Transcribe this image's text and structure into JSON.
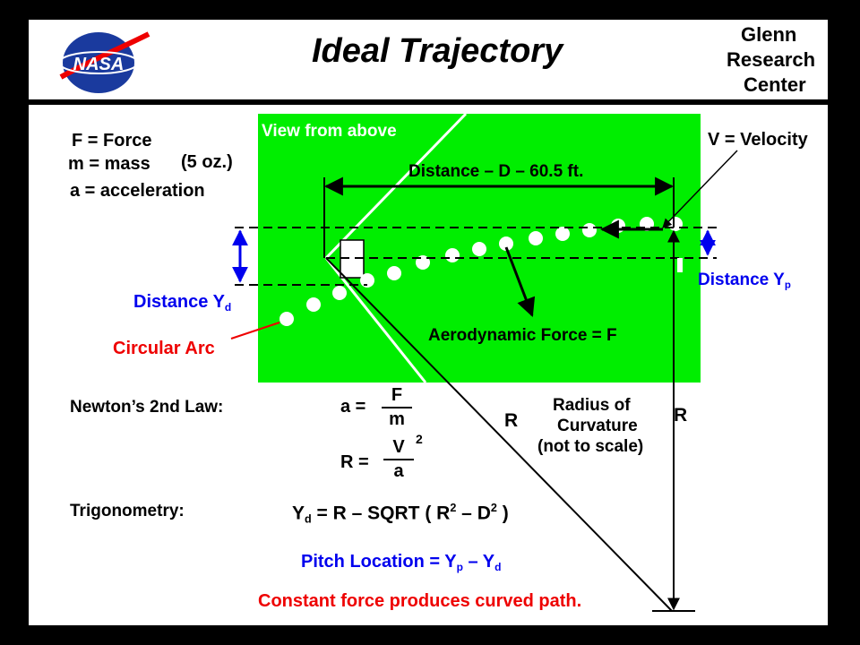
{
  "title": "Ideal  Trajectory",
  "org": {
    "line1": "Glenn",
    "line2": "Research",
    "line3": "Center",
    "logo_text": "NASA"
  },
  "view_label": "View from above",
  "definitions": {
    "force": "F  =  Force",
    "mass": "m  =  mass",
    "mass_value": "(5 oz.)",
    "accel": "a  =  acceleration"
  },
  "distance_label": "Distance  –  D  –  60.5 ft.",
  "velocity_label": "V = Velocity",
  "distance_yp": {
    "text": "Distance  Y",
    "sub": "p"
  },
  "distance_yd": {
    "text": "Distance  Y",
    "sub": "d"
  },
  "circular_arc": "Circular  Arc",
  "aero_force": "Aerodynamic Force = F",
  "newton_label": "Newton’s 2nd Law:",
  "eq_a": {
    "lhs": "a  =",
    "num": "F",
    "den": "m"
  },
  "eq_r": {
    "lhs": "R  =",
    "num": "V",
    "exp": "2",
    "den": "a"
  },
  "radius_label": {
    "line1": "Radius of",
    "line2": "Curvature",
    "line3": "(not to scale)"
  },
  "r_label": "R",
  "trig_label": "Trigonometry:",
  "trig_eq": {
    "y": "Y",
    "ysub": "d",
    "mid": " =  R  – SQRT (  R",
    "exp1": "2",
    "mid2": "  –  D",
    "exp2": "2",
    "end": "  )"
  },
  "pitch": {
    "text": "Pitch Location  =  Y",
    "sub1": "p",
    "mid": " – Y",
    "sub2": "d"
  },
  "conclusion": "Constant force produces curved path.",
  "colors": {
    "field": "#00ee00",
    "blue": "#0000ee",
    "red": "#ee0000",
    "background": "#000000"
  }
}
